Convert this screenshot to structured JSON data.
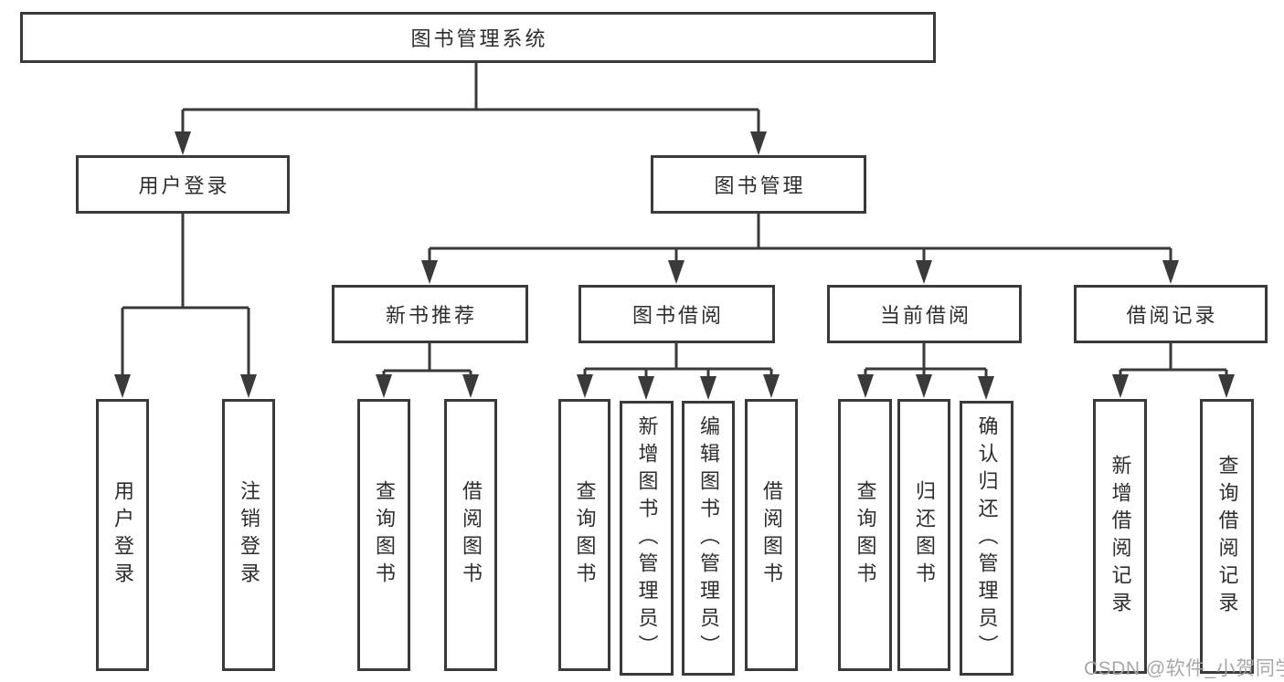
{
  "diagram": {
    "watermark": "CSDN @软件_小贺同学",
    "colors": {
      "line": "#3a3a3a",
      "box_border": "#3a3a3a",
      "text": "#2e2e2e",
      "background": "#ffffff",
      "watermark": "#a3a3a3"
    }
  },
  "nodes": {
    "root": {
      "label": "图书管理系统"
    },
    "level2": [
      {
        "id": "user-login",
        "label": "用户登录"
      },
      {
        "id": "book-management",
        "label": "图书管理"
      }
    ],
    "level3": [
      {
        "id": "new-book-recommend",
        "label": "新书推荐"
      },
      {
        "id": "book-borrowing",
        "label": "图书借阅"
      },
      {
        "id": "current-borrowing",
        "label": "当前借阅"
      },
      {
        "id": "borrowing-records",
        "label": "借阅记录"
      }
    ],
    "leaves": [
      {
        "id": "user-login-leaf",
        "label": "用户登录"
      },
      {
        "id": "logout",
        "label": "注销登录"
      },
      {
        "id": "query-books-recommend",
        "label": "查询图书"
      },
      {
        "id": "borrow-books-recommend",
        "label": "借阅图书"
      },
      {
        "id": "query-books-borrowing",
        "label": "查询图书"
      },
      {
        "id": "add-books-admin",
        "label": "新增图书（管理员）"
      },
      {
        "id": "edit-books-admin",
        "label": "编辑图书（管理员）"
      },
      {
        "id": "borrow-books-borrowing",
        "label": "借阅图书"
      },
      {
        "id": "query-books-current",
        "label": "查询图书"
      },
      {
        "id": "return-books",
        "label": "归还图书"
      },
      {
        "id": "confirm-return-admin",
        "label": "确认归还（管理员）"
      },
      {
        "id": "add-borrowing-record",
        "label": "新增借阅记录"
      },
      {
        "id": "query-borrowing-record",
        "label": "查询借阅记录"
      }
    ]
  }
}
